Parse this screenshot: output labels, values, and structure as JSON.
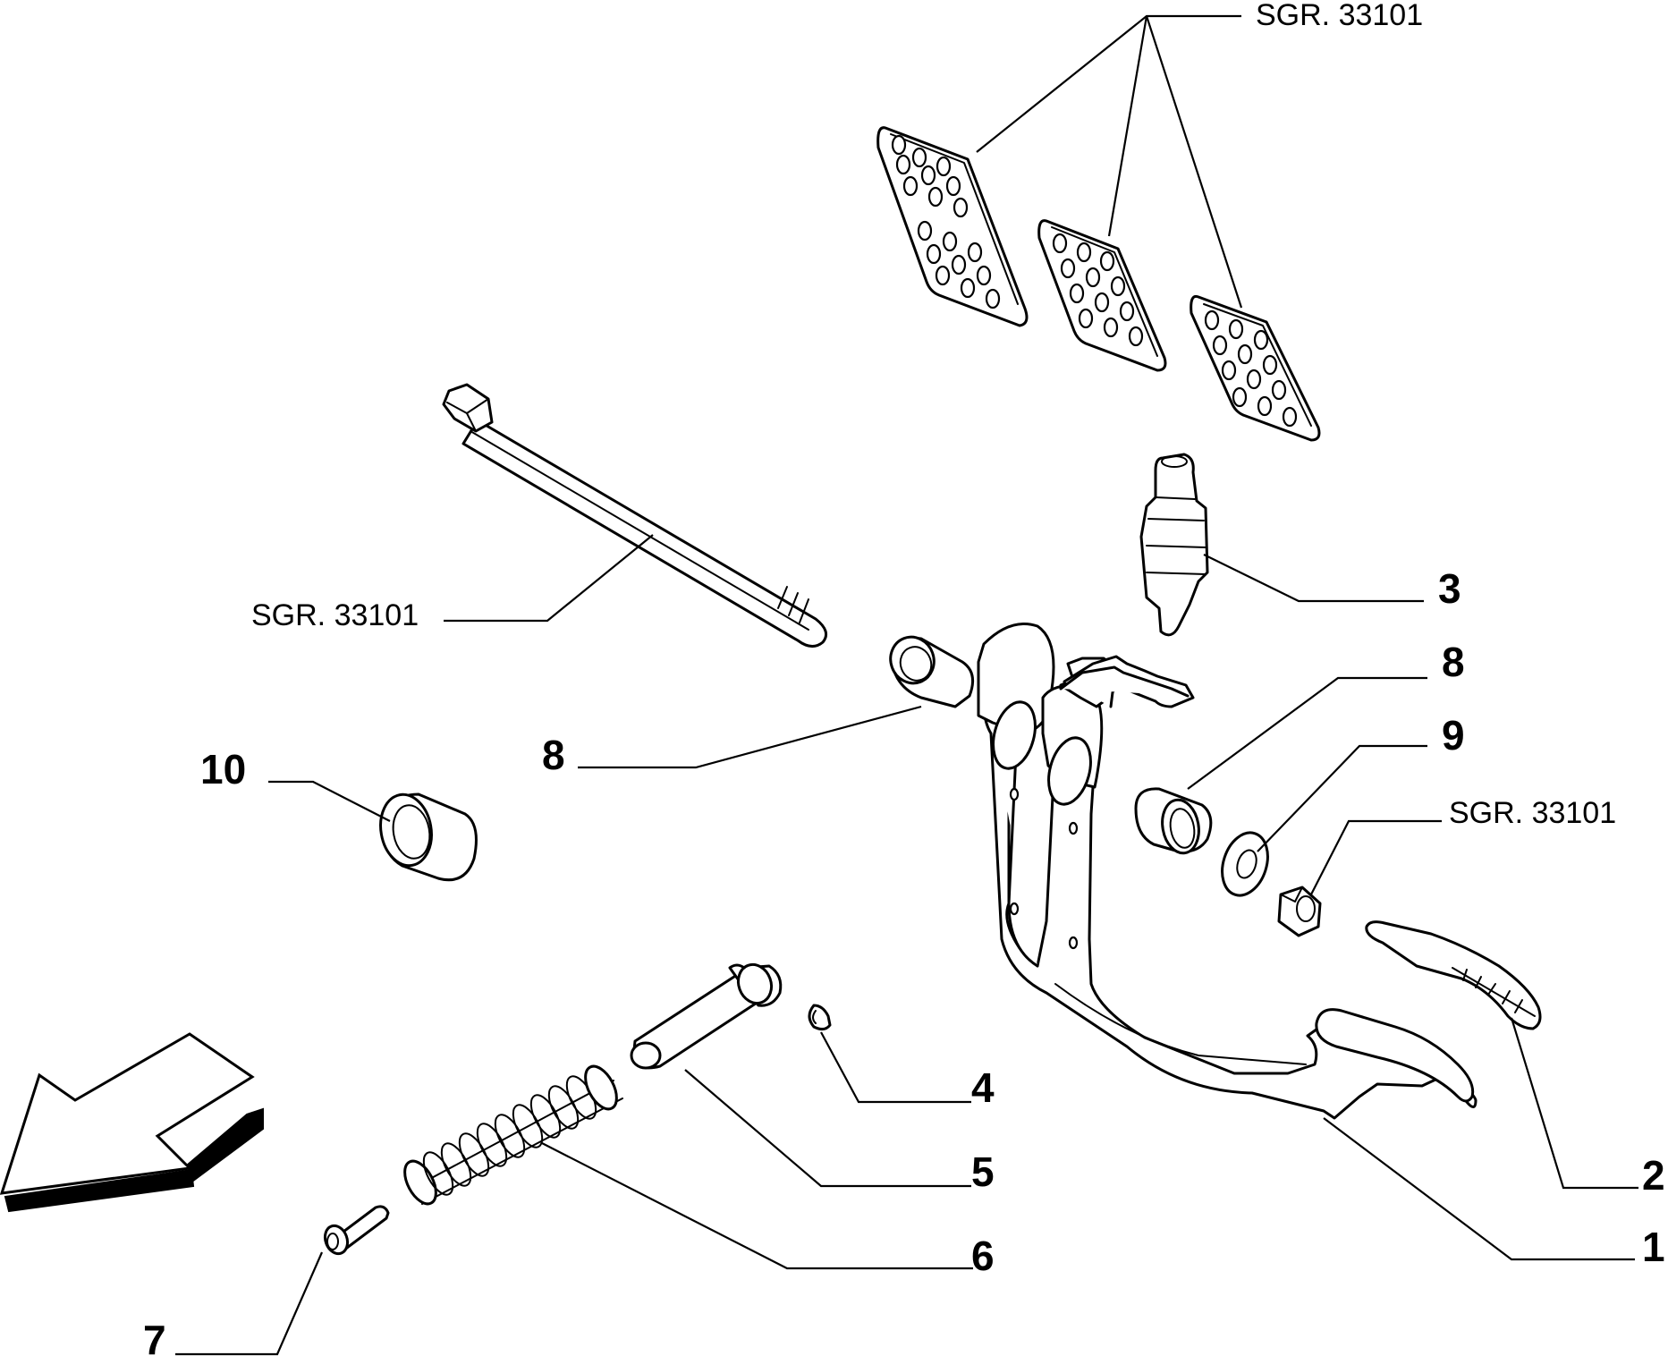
{
  "callouts": {
    "c1": "1",
    "c2": "2",
    "c3": "3",
    "c4": "4",
    "c5": "5",
    "c6": "6",
    "c7": "7",
    "c8a": "8",
    "c8b": "8",
    "c9": "9",
    "c10": "10"
  },
  "references": {
    "pads": "SGR. 33101",
    "bolt": "SGR. 33101",
    "nut": "SGR. 33101"
  },
  "icons": {
    "direction_arrow": "front-direction-arrow-icon"
  }
}
